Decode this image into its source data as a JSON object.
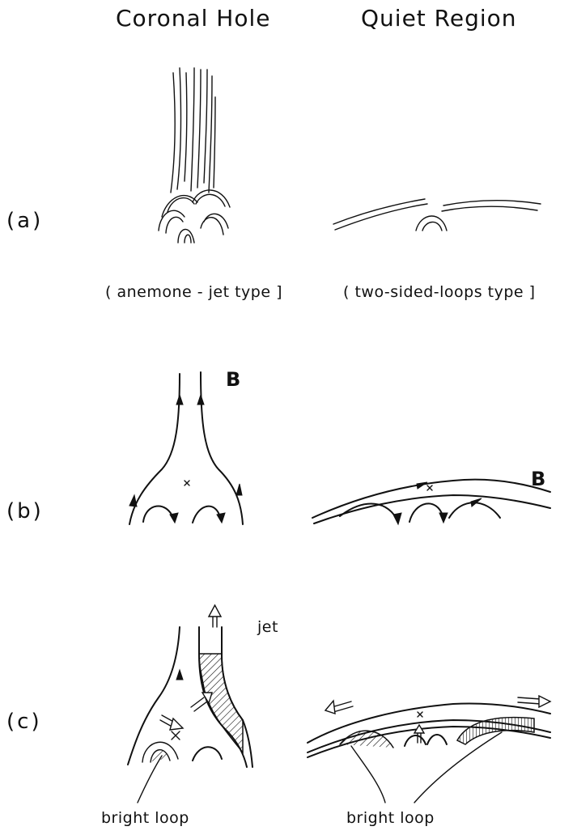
{
  "headers": {
    "left": "Coronal Hole",
    "right": "Quiet Region"
  },
  "rows": {
    "a": "(a)",
    "b": "(b)",
    "c": "(c)"
  },
  "captions": {
    "left_a": "( anemone - jet   type ]",
    "right_a": "( two-sided-loops type ]"
  },
  "labels": {
    "field_b_left": "B",
    "field_b_right": "B",
    "jet": "jet",
    "bright_loop_left": "bright   loop",
    "bright_loop_right": "bright   loop"
  }
}
